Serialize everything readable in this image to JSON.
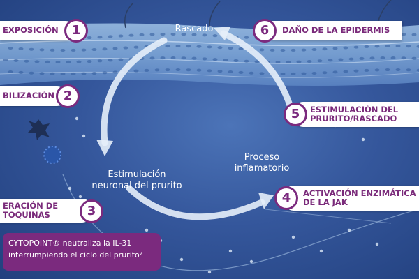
{
  "steps": [
    {
      "num": "1",
      "label": "EXPOSICIÓN"
    },
    {
      "num": "2",
      "label": "BILIZACIÓN"
    },
    {
      "num": "3",
      "label": "ERACIÓN DE\nTOQUINAS"
    },
    {
      "num": "4",
      "label": "ACTIVACIÓN ENZIMÁTICA\nDE LA JAK"
    },
    {
      "num": "5",
      "label": "ESTIMULACIÓN DEL\nPRURITO/RASCADO"
    },
    {
      "num": "6",
      "label": "DAÑO DE LA EPIDERMIS"
    }
  ],
  "cycle_labels": {
    "top": "Rascado",
    "left": "Estimulación\nneuronal del prurito",
    "right": "Proceso\ninflamatorio"
  },
  "callout": {
    "line1": "CYTOPOINT® neutraliza la IL-31",
    "line2": "interrumpiendo el ciclo del prurito²"
  },
  "colors": {
    "accent": "#7b2a7e",
    "background": "#35579c",
    "arrow": "#e6eef9"
  }
}
